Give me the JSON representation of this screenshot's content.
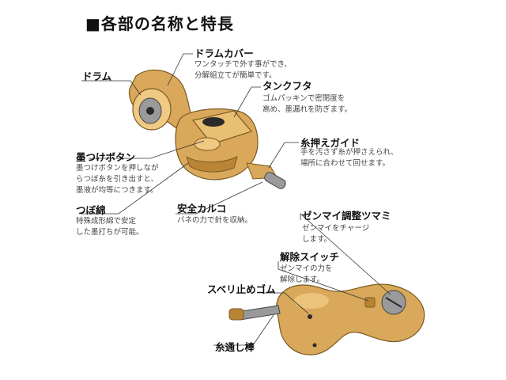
{
  "heading": "■各部の名称と特長",
  "parts": [
    {
      "id": "drum-cover",
      "name": "ドラムカバー",
      "desc": "ワンタッチで外す事ができ、\n分解組立てが簡単です。"
    },
    {
      "id": "drum",
      "name": "ドラム",
      "desc": ""
    },
    {
      "id": "tank-lid",
      "name": "タンクフタ",
      "desc": "ゴムパッキンで密閉度を\n高め、墨漏れを防ぎます。"
    },
    {
      "id": "thread-guide",
      "name": "糸押えガイド",
      "desc": "手を汚さず糸が押さえられ、\n場所に合わせて回せます。"
    },
    {
      "id": "ink-button",
      "name": "墨つけボタン",
      "desc": "墨つけボタンを押しなが\nらつぼ糸を引き出すと、\n墨液が均等につきます。"
    },
    {
      "id": "tsubo-wata",
      "name": "つぼ綿",
      "desc": "特殊成形綿で安定\nした墨打ちが可能。"
    },
    {
      "id": "safety-karuko",
      "name": "安全カルコ",
      "desc": "バネの力で針を収納。"
    },
    {
      "id": "spring-knob",
      "name": "ゼンマイ調整ツマミ",
      "desc": "ゼンマイをチャージ\nします。"
    },
    {
      "id": "release-switch",
      "name": "解除スイッチ",
      "desc": "ゼンマイの力を\n解除します。"
    },
    {
      "id": "slip-rubber",
      "name": "スベリ止めゴム",
      "desc": ""
    },
    {
      "id": "thread-rod",
      "name": "糸通し棒",
      "desc": ""
    }
  ],
  "colors": {
    "body": "#d9a85a",
    "body_dark": "#b98535",
    "body_light": "#f0c982",
    "metal": "#9a9a9a",
    "ink": "#2a2a2a",
    "leader": "#333333"
  }
}
